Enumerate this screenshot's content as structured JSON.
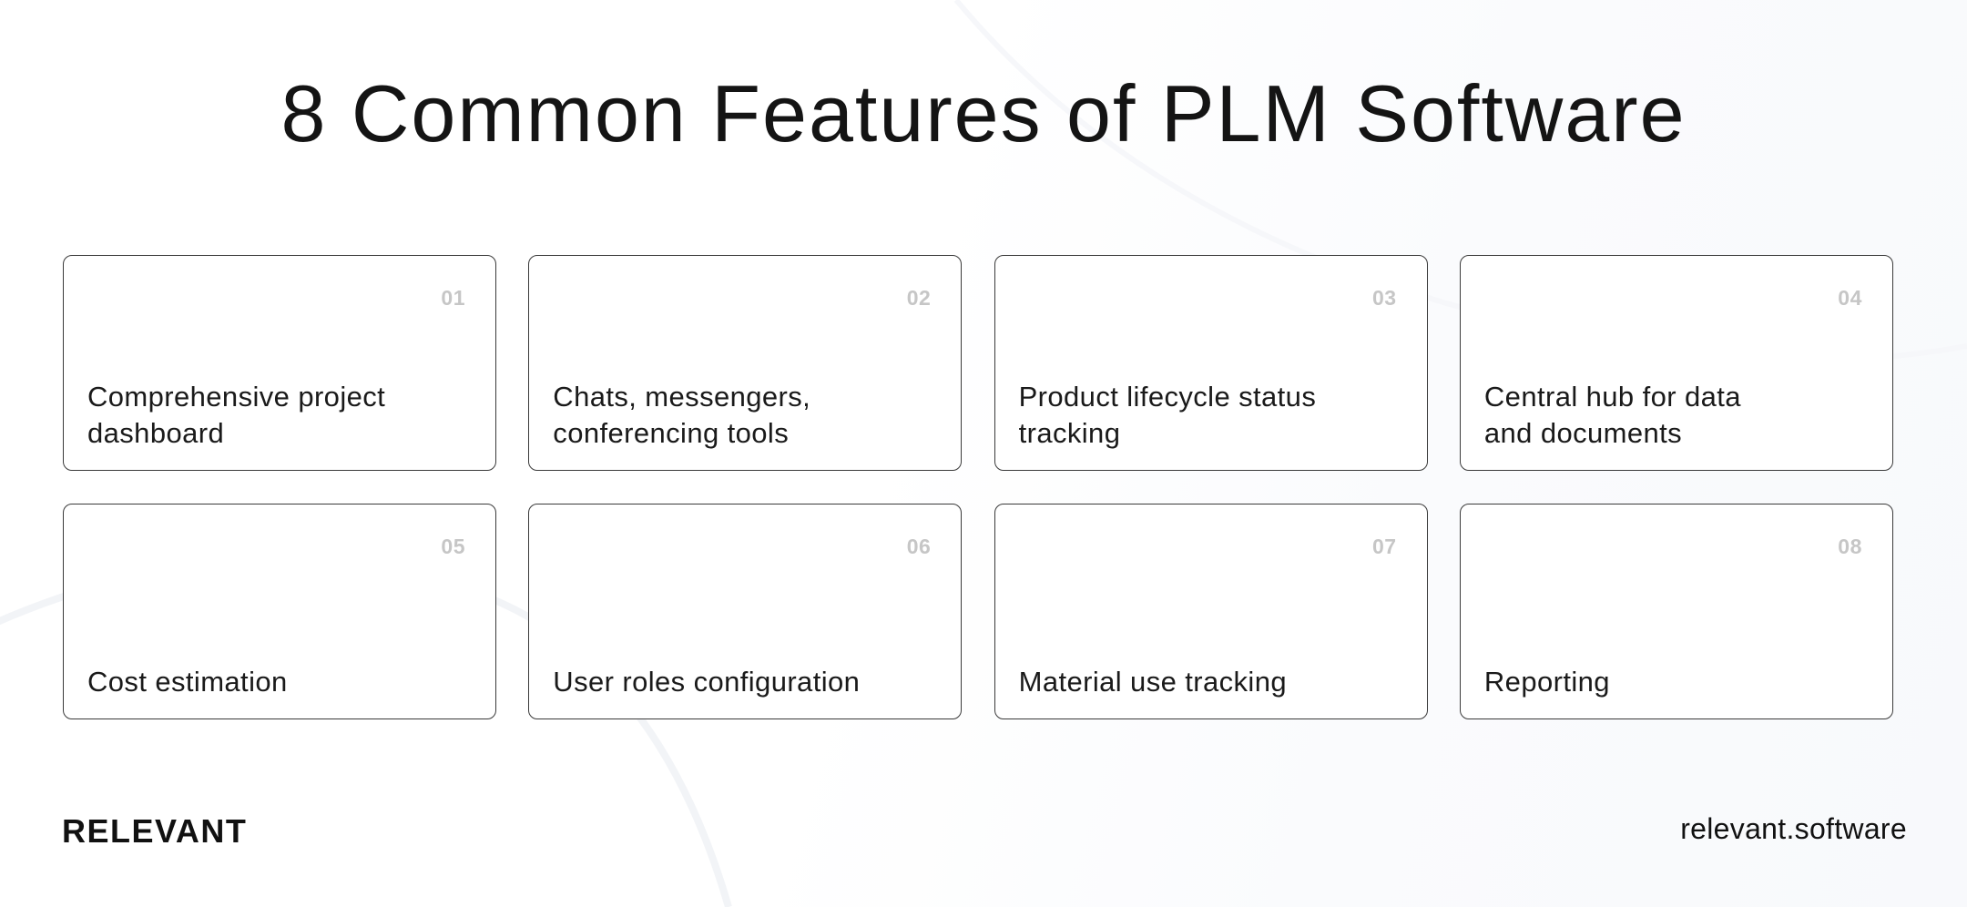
{
  "header": {
    "title": "8 Common Features of PLM Software"
  },
  "features": [
    {
      "number": "01",
      "label": "Comprehensive project dashboard"
    },
    {
      "number": "02",
      "label": "Chats, messengers, conferencing tools"
    },
    {
      "number": "03",
      "label": "Product lifecycle status tracking"
    },
    {
      "number": "04",
      "label": "Central hub for data and documents"
    },
    {
      "number": "05",
      "label": "Cost estimation"
    },
    {
      "number": "06",
      "label": "User roles configuration"
    },
    {
      "number": "07",
      "label": "Material use tracking"
    },
    {
      "number": "08",
      "label": "Reporting"
    }
  ],
  "footer": {
    "brand": "RELEVANT",
    "website": "relevant.software"
  },
  "colors": {
    "text": "#111111",
    "card_border": "#3a3a3a",
    "number": "#c6c6c6",
    "background": "#ffffff"
  }
}
